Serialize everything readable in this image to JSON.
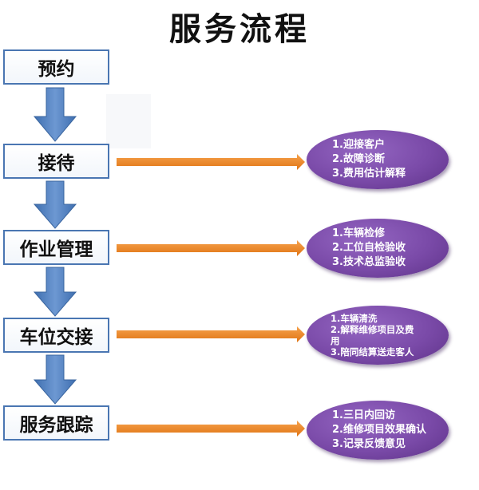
{
  "title": "服务流程",
  "steps": [
    {
      "label": "预约"
    },
    {
      "label": "接待"
    },
    {
      "label": "作业管理"
    },
    {
      "label": "车位交接"
    },
    {
      "label": "服务跟踪"
    }
  ],
  "details": [
    {
      "lines": [
        "1.迎接客户",
        "2.故障诊断",
        "3.费用估计解释"
      ]
    },
    {
      "lines": [
        "1.车辆检修",
        "2.工位自检验收",
        "3.技术总监验收"
      ]
    },
    {
      "lines": [
        "1.车辆清洗",
        "2.解释维修项目及费",
        "用",
        "3.陪同结算送走客人"
      ]
    },
    {
      "lines": [
        "1.三日内回访",
        "2.维修项目效果确认",
        "3.记录反馈意见"
      ]
    }
  ],
  "colors": {
    "box_border": "#4a76b2",
    "down_arrow": "#4f7fc0",
    "right_arrow": "#f08a24",
    "bubble": "#7a4aa8"
  }
}
